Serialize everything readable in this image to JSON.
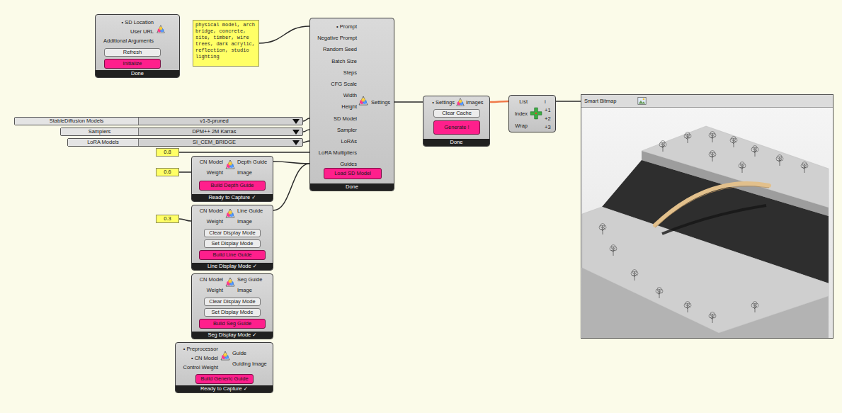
{
  "diagram": {
    "nodes": [
      {
        "text": [
          "• SD Location",
          "User URL",
          "Additional Arguments",
          "Done"
        ]
      },
      {
        "text": [
          "Refresh"
        ],
        "in": 0
      },
      {
        "text": [
          "Initialize"
        ],
        "in": 0
      },
      {
        "text": [
          "physical model, arch bridge, concrete, site, timber, wire trees, dark acrylic, reflection, studio lighting"
        ]
      },
      {
        "text": [
          "• Prompt",
          "Negative Prompt",
          "Random Seed",
          "Batch Size",
          "Steps",
          "CFG Scale",
          "Width",
          "Height",
          "SD Model",
          "Sampler",
          "LoRAs",
          "LoRA Multipliers",
          "Guides",
          "Settings",
          "Done"
        ]
      },
      {
        "text": [
          "Load SD Model"
        ],
        "in": 4
      },
      {
        "text": [
          "StableDiffusion Models",
          "v1-5-pruned"
        ]
      },
      {
        "text": [
          "Samplers",
          "DPM++ 2M Karras"
        ]
      },
      {
        "text": [
          "LoRA Models",
          "SI_CEM_BRIDGE"
        ]
      },
      {
        "text": [
          "0.8"
        ]
      },
      {
        "text": [
          "0.6"
        ]
      },
      {
        "text": [
          "CN Model",
          "Weight",
          "Depth Guide",
          "Image",
          "Ready to Capture ✓"
        ]
      },
      {
        "text": [
          "Build Depth Guide"
        ],
        "in": 11
      },
      {
        "text": [
          "0.3"
        ]
      },
      {
        "text": [
          "CN Model",
          "Weight",
          "Line Guide",
          "Image",
          "Line Display Mode ✓"
        ]
      },
      {
        "text": [
          "Clear Display Mode"
        ],
        "in": 14
      },
      {
        "text": [
          "Set Display Mode"
        ],
        "in": 14
      },
      {
        "text": [
          "Build Line Guide"
        ],
        "in": 14
      },
      {
        "text": [
          "CN Model",
          "Weight",
          "Seg Guide",
          "Image",
          "Seg Display Mode ✓"
        ]
      },
      {
        "text": [
          "Clear Display Mode"
        ],
        "in": 18
      },
      {
        "text": [
          "Set Display Mode"
        ],
        "in": 18
      },
      {
        "text": [
          "Build Seg Guide"
        ],
        "in": 18
      },
      {
        "text": [
          "• Preprocessor",
          "• CN Model",
          "Control Weight",
          "Guide",
          "Guiding Image",
          "Ready to Capture ✓"
        ]
      },
      {
        "text": [
          "Build Generic Guide"
        ],
        "in": 22
      },
      {
        "text": [
          "• Settings",
          "Images",
          "Done"
        ]
      },
      {
        "text": [
          "Clear Cache"
        ],
        "in": 24
      },
      {
        "text": [
          "Generate !"
        ],
        "in": 24
      },
      {
        "text": [
          "List",
          "Index",
          "Wrap",
          "i",
          "+1",
          "+2",
          "+3"
        ]
      },
      {
        "text": [
          "Smart Bitmap"
        ]
      }
    ],
    "edges": [
      {
        "from": 3,
        "to": 4,
        "arrow": "none"
      },
      {
        "from": 6,
        "to": 4,
        "arrow": "none"
      },
      {
        "from": 7,
        "to": 4,
        "arrow": "none"
      },
      {
        "from": 8,
        "to": 4,
        "arrow": "none"
      },
      {
        "from": 9,
        "to": 4,
        "arrow": "none"
      },
      {
        "from": 10,
        "to": 11,
        "arrow": "none"
      },
      {
        "from": 11,
        "to": 4,
        "arrow": "none"
      },
      {
        "from": 14,
        "to": 4,
        "arrow": "none"
      },
      {
        "from": 13,
        "to": 14,
        "arrow": "none"
      },
      {
        "from": 4,
        "to": 24,
        "arrow": "none"
      },
      {
        "from": 24,
        "to": 27,
        "arrow": "none"
      },
      {
        "from": 27,
        "to": 28,
        "arrow": "none"
      }
    ]
  }
}
